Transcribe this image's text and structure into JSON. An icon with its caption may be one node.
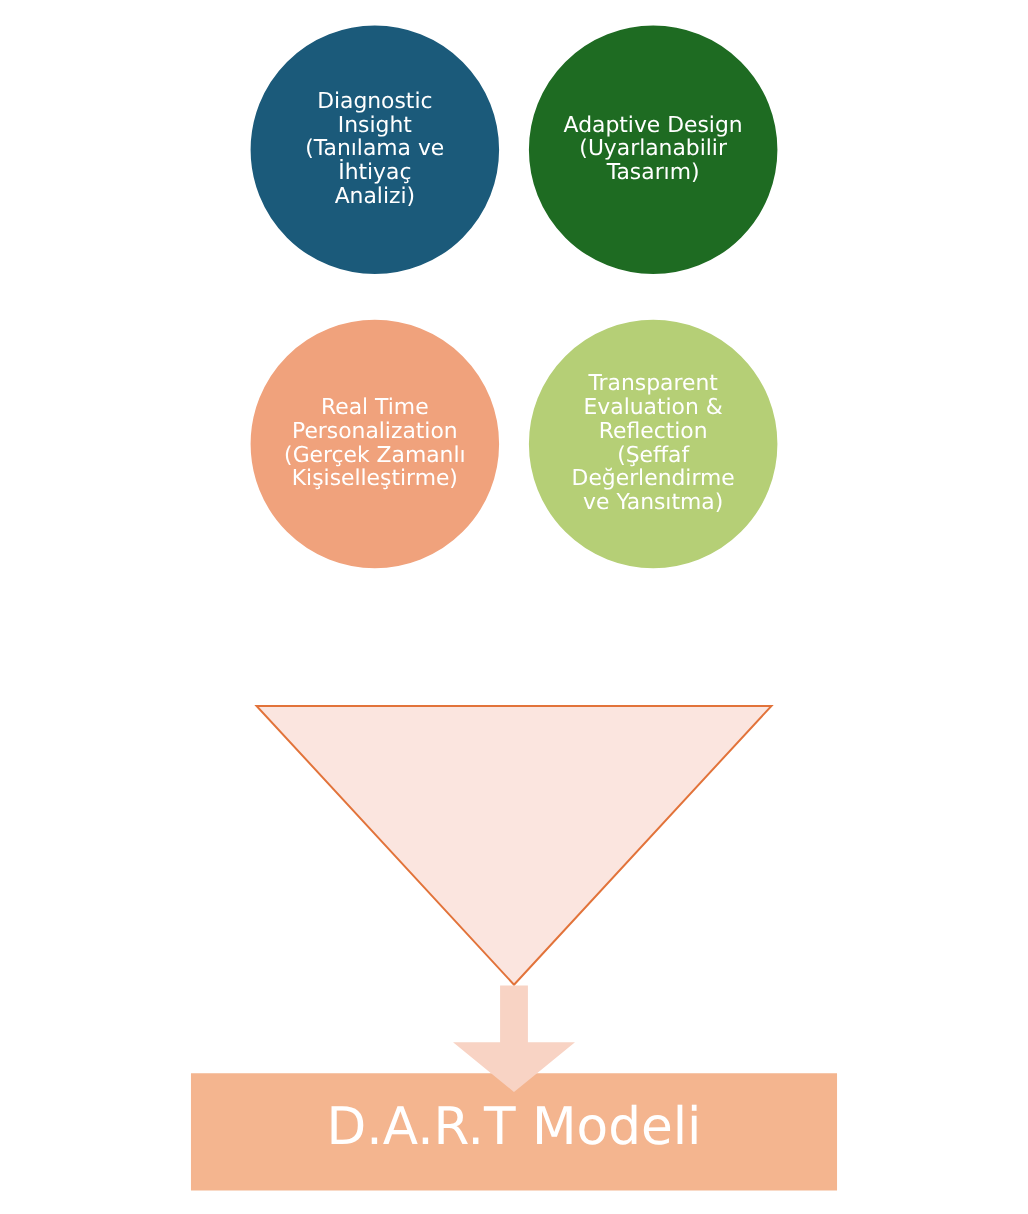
{
  "diagram": {
    "nodes": [
      {
        "text": [],
        "shape": "funnel"
      },
      {
        "text": [
          "Diagnostic Insight (Tanılama ve İhtiyaç Analizi)"
        ]
      },
      {
        "text": [
          "Adaptive Design (Uyarlanabilir Tasarım)"
        ]
      },
      {
        "text": [
          "Real Time Personalization (Gerçek Zamanlı Kişiselleştirme)"
        ]
      },
      {
        "text": [
          "Transparent Evaluation & Reflection (Şeffaf Değerlendirme ve Yansıtma)"
        ]
      },
      {
        "text": [
          "D.A.R.T Modeli"
        ]
      }
    ],
    "edges": [
      {
        "from": 0,
        "to": 5,
        "arrow": "to"
      }
    ]
  }
}
